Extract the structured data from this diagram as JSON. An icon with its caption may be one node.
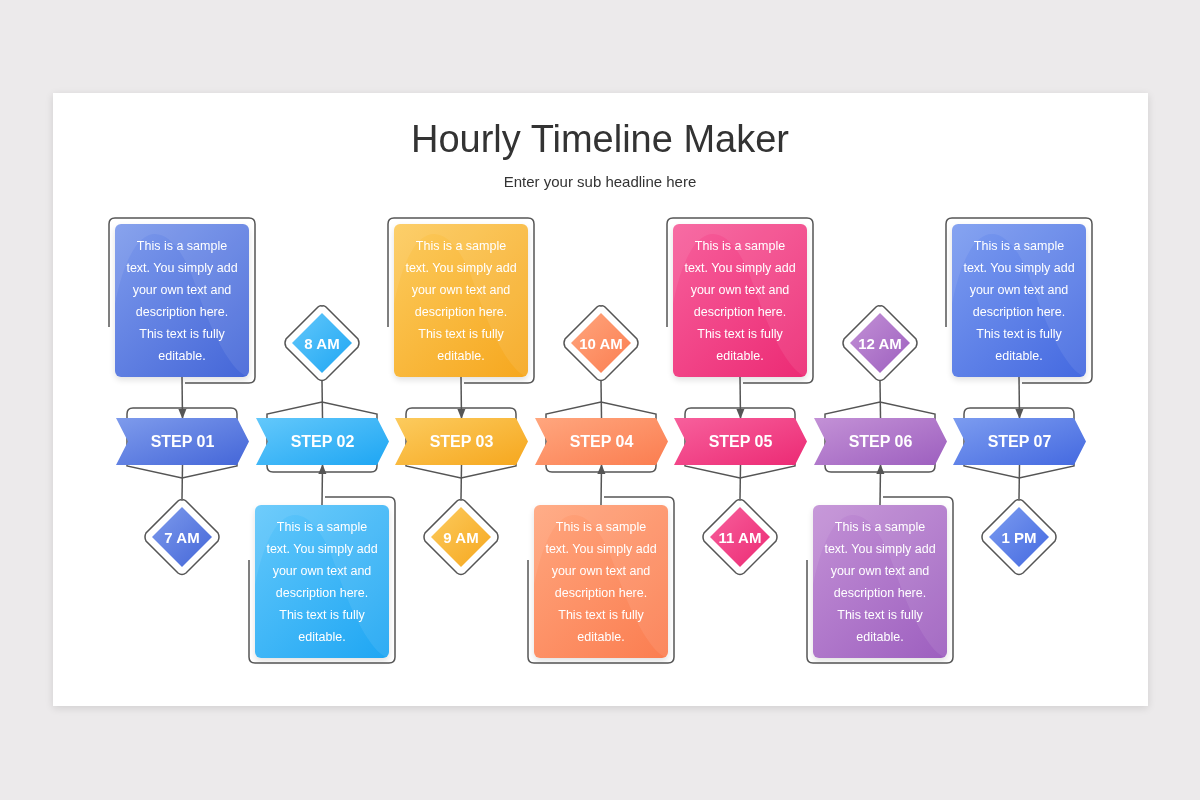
{
  "diagram": {
    "title": "Hourly Timeline Maker",
    "caption": "Enter your sub headline here",
    "nodes": [
      {
        "text": [
          "STEP 01"
        ]
      },
      {
        "text": [
          "STEP 02"
        ]
      },
      {
        "text": [
          "STEP 03"
        ]
      },
      {
        "text": [
          "STEP 04"
        ]
      },
      {
        "text": [
          "STEP 05"
        ]
      },
      {
        "text": [
          "STEP 06"
        ]
      },
      {
        "text": [
          "STEP 07"
        ]
      },
      {
        "text": [
          "7 AM"
        ]
      },
      {
        "text": [
          "8 AM"
        ]
      },
      {
        "text": [
          "9 AM"
        ]
      },
      {
        "text": [
          "10 AM"
        ]
      },
      {
        "text": [
          "11 AM"
        ]
      },
      {
        "text": [
          "12 AM"
        ]
      },
      {
        "text": [
          "1 PM"
        ]
      },
      {
        "text": [
          "This is a sample text. You simply add your own text and description here. This text is fully editable."
        ]
      },
      {
        "text": [
          "This is a sample text. You simply add your own text and description here. This text is fully editable."
        ]
      },
      {
        "text": [
          "This is a sample text. You simply add your own text and description here. This text is fully editable."
        ]
      },
      {
        "text": [
          "This is a sample text. You simply add your own text and description here. This text is fully editable."
        ]
      },
      {
        "text": [
          "This is a sample text. You simply add your own text and description here. This text is fully editable."
        ]
      },
      {
        "text": [
          "This is a sample text. You simply add your own text and description here. This text is fully editable."
        ]
      },
      {
        "text": [
          "This is a sample text. You simply add your own text and description here. This text is fully editable."
        ]
      }
    ],
    "edges": [
      {
        "from": 14,
        "to": 0,
        "arrow": "to"
      },
      {
        "from": 7,
        "to": 0,
        "arrow": "none"
      },
      {
        "from": 15,
        "to": 1,
        "arrow": "to"
      },
      {
        "from": 8,
        "to": 1,
        "arrow": "none"
      },
      {
        "from": 16,
        "to": 2,
        "arrow": "to"
      },
      {
        "from": 9,
        "to": 2,
        "arrow": "none"
      },
      {
        "from": 17,
        "to": 3,
        "arrow": "to"
      },
      {
        "from": 10,
        "to": 3,
        "arrow": "none"
      },
      {
        "from": 18,
        "to": 4,
        "arrow": "to"
      },
      {
        "from": 11,
        "to": 4,
        "arrow": "none"
      },
      {
        "from": 19,
        "to": 5,
        "arrow": "to"
      },
      {
        "from": 12,
        "to": 5,
        "arrow": "none"
      },
      {
        "from": 20,
        "to": 6,
        "arrow": "to"
      },
      {
        "from": 13,
        "to": 6,
        "arrow": "none"
      }
    ]
  }
}
